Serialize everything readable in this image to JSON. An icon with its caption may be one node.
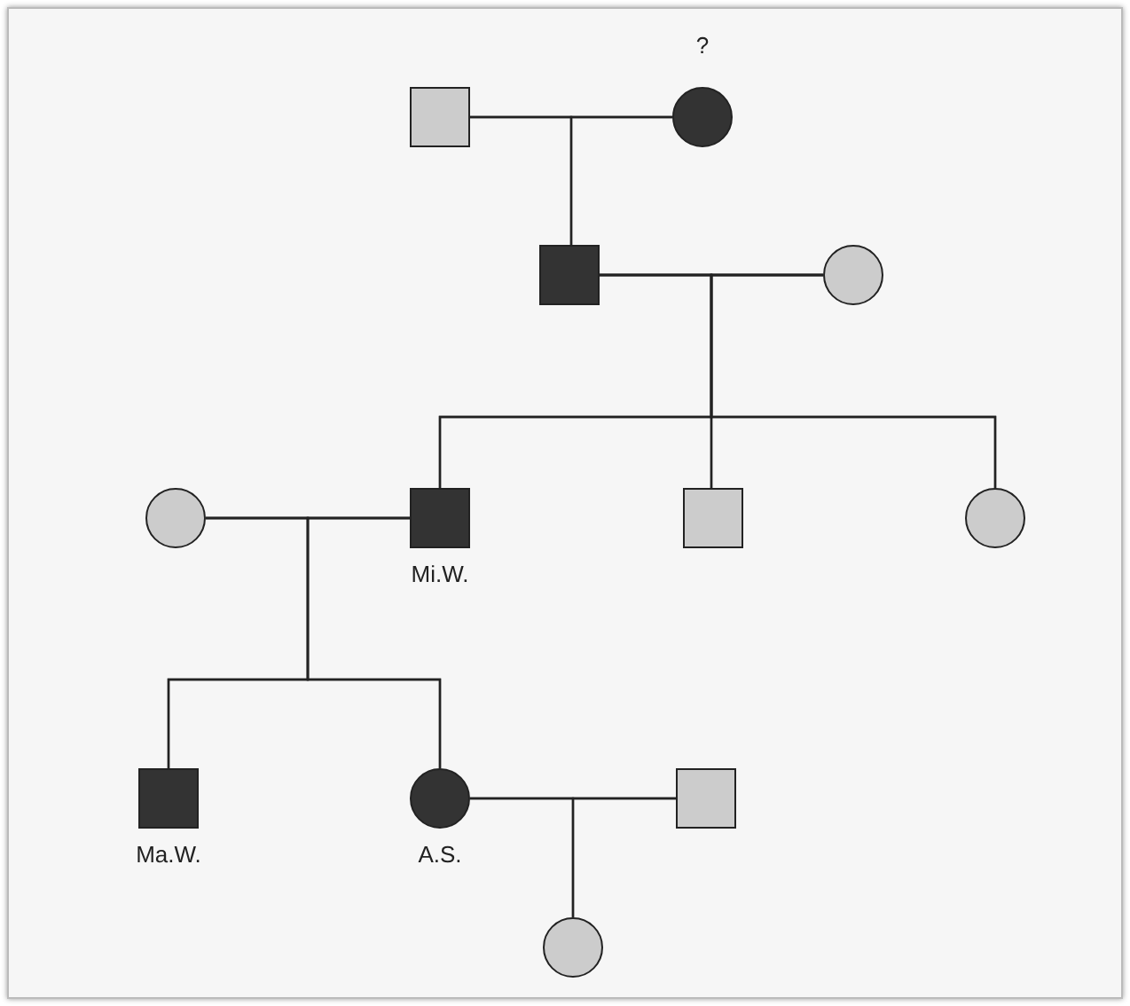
{
  "diagram": {
    "nodes": [
      {
        "text": [],
        "shape": "box"
      },
      {
        "text": [],
        "shape": "circle",
        "beside": [
          "?"
        ]
      },
      {
        "text": [],
        "shape": "box"
      },
      {
        "text": [],
        "shape": "circle"
      },
      {
        "text": [],
        "shape": "circle"
      },
      {
        "text": [],
        "shape": "box",
        "beside": [
          "Mi.W."
        ]
      },
      {
        "text": [],
        "shape": "box"
      },
      {
        "text": [],
        "shape": "circle"
      },
      {
        "text": [],
        "shape": "box",
        "beside": [
          "Ma.W."
        ]
      },
      {
        "text": [],
        "shape": "circle",
        "beside": [
          "A.S."
        ]
      },
      {
        "text": [],
        "shape": "box"
      },
      {
        "text": [],
        "shape": "circle"
      }
    ],
    "edges": [
      {
        "from": 0,
        "to": 1,
        "arrow": "none"
      },
      {
        "from": 0,
        "to": 2,
        "arrow": "none"
      },
      {
        "from": 1,
        "to": 2,
        "arrow": "none"
      },
      {
        "from": 2,
        "to": 3,
        "arrow": "none"
      },
      {
        "from": 2,
        "to": 5,
        "arrow": "none"
      },
      {
        "from": 3,
        "to": 5,
        "arrow": "none"
      },
      {
        "from": 2,
        "to": 6,
        "arrow": "none"
      },
      {
        "from": 3,
        "to": 6,
        "arrow": "none"
      },
      {
        "from": 2,
        "to": 7,
        "arrow": "none"
      },
      {
        "from": 3,
        "to": 7,
        "arrow": "none"
      },
      {
        "from": 4,
        "to": 5,
        "arrow": "none"
      },
      {
        "from": 4,
        "to": 8,
        "arrow": "none"
      },
      {
        "from": 5,
        "to": 8,
        "arrow": "none"
      },
      {
        "from": 4,
        "to": 9,
        "arrow": "none"
      },
      {
        "from": 5,
        "to": 9,
        "arrow": "none"
      },
      {
        "from": 9,
        "to": 10,
        "arrow": "none"
      },
      {
        "from": 9,
        "to": 11,
        "arrow": "none"
      },
      {
        "from": 10,
        "to": 11,
        "arrow": "none"
      }
    ]
  }
}
